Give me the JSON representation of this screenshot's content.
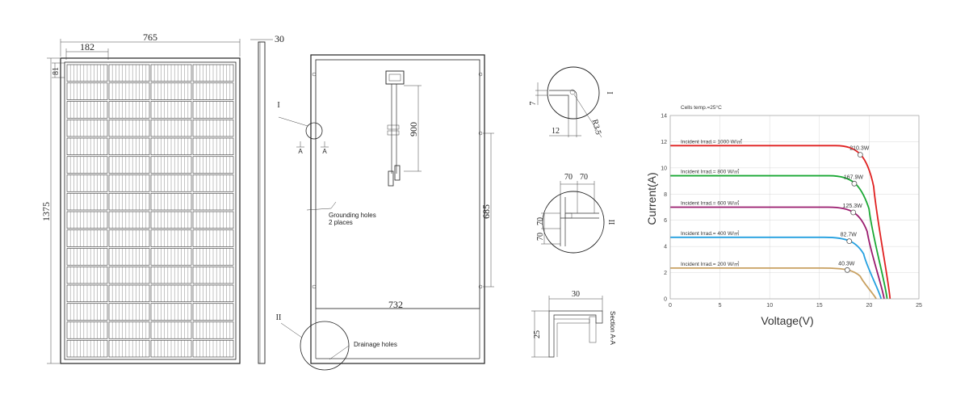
{
  "front_view": {
    "width_label": "765",
    "cell_width_label": "182",
    "cell_height_label": "81",
    "height_label": "1375",
    "rows": 16,
    "cols": 4
  },
  "side_view": {
    "thickness_label": "30"
  },
  "back_view": {
    "callout_1": "I",
    "callout_2": "II",
    "section_mark": "A",
    "cable_length_label": "900",
    "mounting_label": "685",
    "hole_spacing_label": "732",
    "grounding_note_1": "Grounding holes",
    "grounding_note_2": "2 places",
    "drainage_note": "Drainage holes"
  },
  "detail_1": {
    "label": "I",
    "dim_7": "7",
    "dim_12": "12",
    "dim_r": "R3.5"
  },
  "detail_2": {
    "label": "II",
    "dim_70_a": "70",
    "dim_70_b": "70",
    "dim_70_c": "70",
    "dim_70_d": "70"
  },
  "section": {
    "width_label": "30",
    "height_label": "25",
    "caption": "Section A-A"
  },
  "chart_data": {
    "type": "line",
    "title": "Cells temp.=25°C",
    "xlabel": "Voltage(V)",
    "ylabel": "Current(A)",
    "xlim": [
      0,
      25
    ],
    "ylim": [
      0,
      14
    ],
    "xticks": [
      0,
      5,
      10,
      15,
      20,
      25
    ],
    "yticks": [
      0,
      2,
      4,
      6,
      8,
      10,
      12,
      14
    ],
    "grid": true,
    "series": [
      {
        "name": "Incident Irrad.= 1000 W/㎡",
        "color": "#e02020",
        "isc": 11.7,
        "voc": 22.1,
        "vmp": 19.1,
        "imp": 11.0,
        "pmax_label": "210.3W"
      },
      {
        "name": "Incident Irrad.= 800 W/㎡",
        "color": "#1aa834",
        "isc": 9.4,
        "voc": 21.8,
        "vmp": 18.5,
        "imp": 8.8,
        "pmax_label": "167.9W"
      },
      {
        "name": "Incident Irrad.= 600 W/㎡",
        "color": "#9a1b6e",
        "isc": 7.0,
        "voc": 21.5,
        "vmp": 18.4,
        "imp": 6.6,
        "pmax_label": "125.3W"
      },
      {
        "name": "Incident Irrad.= 400 W/㎡",
        "color": "#24a0e0",
        "isc": 4.7,
        "voc": 21.2,
        "vmp": 18.0,
        "imp": 4.4,
        "pmax_label": "82.7W"
      },
      {
        "name": "Incident Irrad.= 200 W/㎡",
        "color": "#c8a060",
        "isc": 2.35,
        "voc": 20.7,
        "vmp": 17.8,
        "imp": 2.2,
        "pmax_label": "40.3W"
      }
    ]
  }
}
